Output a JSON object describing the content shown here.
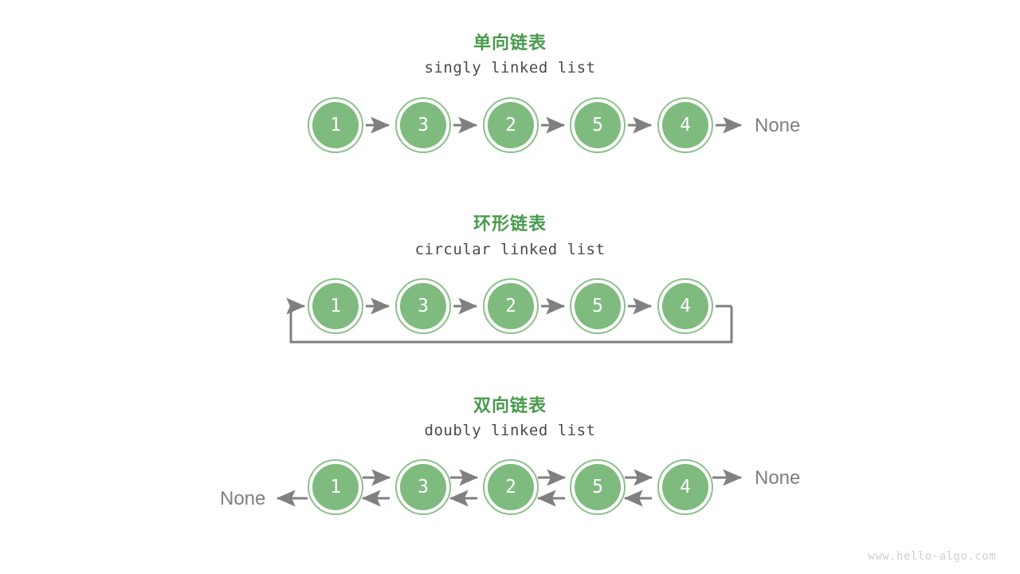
{
  "page": {
    "background": "#ffffff",
    "watermark": "www.hello-algo.com"
  },
  "colors": {
    "title_green": "#4a9a4e",
    "node_fill": "#7fba7f",
    "node_ring": "#8cc08c",
    "arrow_gray": "#808080",
    "subtitle_gray": "#4a4a4a",
    "none_gray": "#808080",
    "watermark_gray": "#cfcfcf"
  },
  "sections": [
    {
      "id": "singly",
      "title": "单向链表",
      "subtitle": "singly linked list",
      "nodes": [
        {
          "value": "1"
        },
        {
          "value": "3"
        },
        {
          "value": "2"
        },
        {
          "value": "5"
        },
        {
          "value": "4"
        }
      ],
      "tail_label": "None",
      "head_label": null,
      "arrow_style": "forward-only",
      "loop_back": false
    },
    {
      "id": "circular",
      "title": "环形链表",
      "subtitle": "circular linked list",
      "nodes": [
        {
          "value": "1"
        },
        {
          "value": "3"
        },
        {
          "value": "2"
        },
        {
          "value": "5"
        },
        {
          "value": "4"
        }
      ],
      "tail_label": null,
      "head_label": null,
      "arrow_style": "forward-only",
      "loop_back": true
    },
    {
      "id": "doubly",
      "title": "双向链表",
      "subtitle": "doubly linked list",
      "nodes": [
        {
          "value": "1"
        },
        {
          "value": "3"
        },
        {
          "value": "2"
        },
        {
          "value": "5"
        },
        {
          "value": "4"
        }
      ],
      "tail_label": "None",
      "head_label": "None",
      "arrow_style": "bidirectional",
      "loop_back": false
    }
  ]
}
